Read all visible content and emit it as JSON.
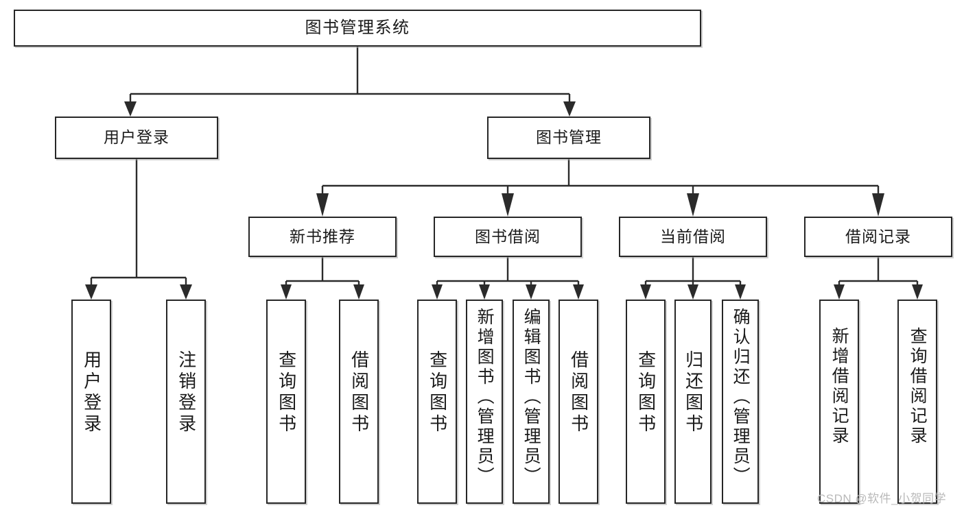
{
  "diagram": {
    "title": "图书管理系统",
    "type": "tree-hierarchy-diagram",
    "orientation": "top-down",
    "root": {
      "id": "root",
      "label": "图书管理系统",
      "level": 0,
      "text_orientation": "horizontal"
    },
    "level1": [
      {
        "id": "user-login",
        "label": "用户登录",
        "level": 1,
        "text_orientation": "horizontal"
      },
      {
        "id": "book-manage",
        "label": "图书管理",
        "level": 1,
        "text_orientation": "horizontal"
      }
    ],
    "level2": [
      {
        "id": "new-book-rec",
        "label": "新书推荐",
        "level": 2,
        "parent": "book-manage",
        "text_orientation": "horizontal"
      },
      {
        "id": "book-borrow",
        "label": "图书借阅",
        "level": 2,
        "parent": "book-manage",
        "text_orientation": "horizontal"
      },
      {
        "id": "current-borrow",
        "label": "当前借阅",
        "level": 2,
        "parent": "book-manage",
        "text_orientation": "horizontal"
      },
      {
        "id": "borrow-record",
        "label": "借阅记录",
        "level": 2,
        "parent": "book-manage",
        "text_orientation": "horizontal"
      }
    ],
    "leaves": [
      {
        "id": "leaf-user-login",
        "label": "用户登录",
        "parent": "user-login",
        "text_orientation": "vertical"
      },
      {
        "id": "leaf-user-logout",
        "label": "注销登录",
        "parent": "user-login",
        "text_orientation": "vertical"
      },
      {
        "id": "leaf-query-book-rec",
        "label": "查询图书",
        "parent": "new-book-rec",
        "text_orientation": "vertical"
      },
      {
        "id": "leaf-borrow-book-rec",
        "label": "借阅图书",
        "parent": "new-book-rec",
        "text_orientation": "vertical"
      },
      {
        "id": "leaf-query-book-borrow",
        "label": "查询图书",
        "parent": "book-borrow",
        "text_orientation": "vertical"
      },
      {
        "id": "leaf-add-book-admin",
        "label": "新增图书（管理员）",
        "parent": "book-borrow",
        "text_orientation": "vertical"
      },
      {
        "id": "leaf-edit-book-admin",
        "label": "编辑图书（管理员）",
        "parent": "book-borrow",
        "text_orientation": "vertical"
      },
      {
        "id": "leaf-borrow-book",
        "label": "借阅图书",
        "parent": "book-borrow",
        "text_orientation": "vertical"
      },
      {
        "id": "leaf-query-book-current",
        "label": "查询图书",
        "parent": "current-borrow",
        "text_orientation": "vertical"
      },
      {
        "id": "leaf-return-book",
        "label": "归还图书",
        "parent": "current-borrow",
        "text_orientation": "vertical"
      },
      {
        "id": "leaf-confirm-return-admin",
        "label": "确认归还（管理员）",
        "parent": "current-borrow",
        "text_orientation": "vertical"
      },
      {
        "id": "leaf-add-borrow-record",
        "label": "新增借阅记录",
        "parent": "borrow-record",
        "text_orientation": "vertical"
      },
      {
        "id": "leaf-query-borrow-record",
        "label": "查询借阅记录",
        "parent": "borrow-record",
        "text_orientation": "vertical"
      }
    ],
    "watermark": "CSDN @软件_小贺同学",
    "colors": {
      "stroke": "#262626",
      "fill": "#ffffff",
      "text": "#1a1a1a",
      "watermark": "#b9b9b9"
    }
  }
}
